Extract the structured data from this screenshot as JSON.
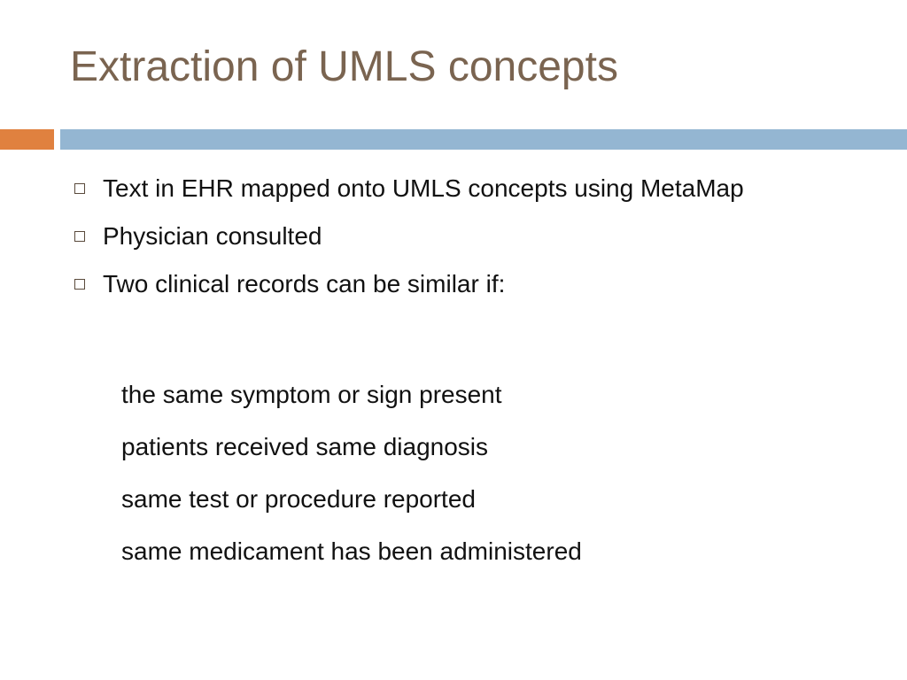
{
  "slide": {
    "title": "Extraction of UMLS concepts",
    "bullets": [
      {
        "text": "Text in EHR mapped onto UMLS concepts using MetaMap"
      },
      {
        "text": "Physician consulted"
      },
      {
        "text": "Two clinical records can be similar if:"
      }
    ],
    "sub_lines": [
      "the same symptom or sign present",
      "patients received same diagnosis",
      "same test or procedure reported",
      "same medicament has been administered"
    ]
  },
  "colors": {
    "title": "#7a6450",
    "accent_orange": "#e0813f",
    "accent_blue": "#94b6d2"
  }
}
